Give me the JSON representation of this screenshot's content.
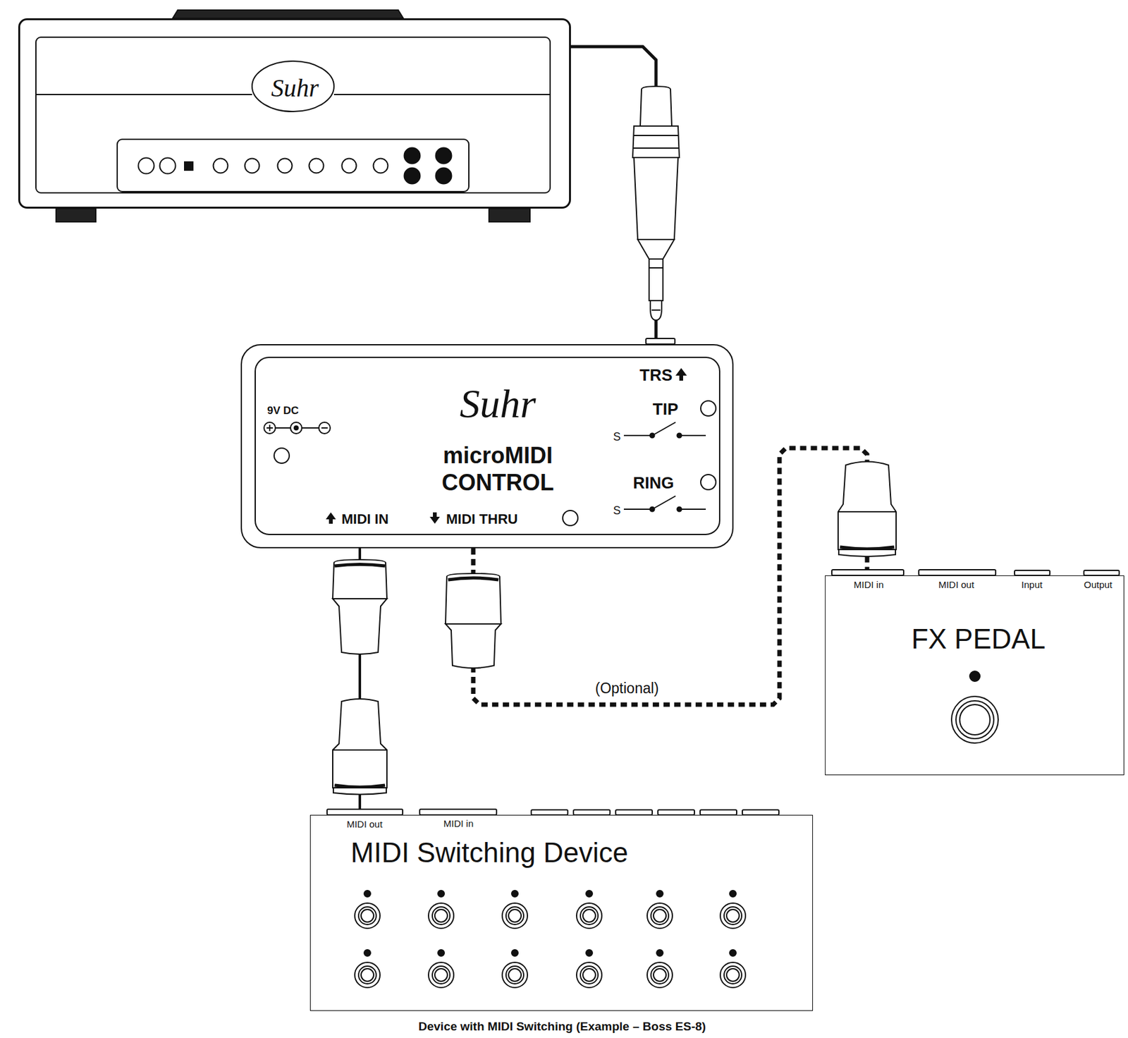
{
  "diagram": {
    "caption": "Device with MIDI Switching (Example – Boss ES-8)",
    "nodes": [
      {
        "text": [
          "Suhr"
        ]
      },
      {
        "text": [
          "TRS",
          "Suhr",
          "9V DC",
          "TIP",
          "S",
          "microMIDI CONTROL",
          "RING",
          "S",
          "MIDI IN",
          "MIDI THRU"
        ]
      },
      {
        "text": [
          "MIDI in",
          "MIDI out",
          "Input",
          "Output",
          "FX PEDAL"
        ]
      },
      {
        "text": [
          "MIDI out",
          "MIDI in",
          "MIDI Switching Device"
        ]
      }
    ],
    "edges": [
      {
        "from": 0,
        "to": 1,
        "arrow": "none"
      },
      {
        "from": 3,
        "to": 1,
        "arrow": "none"
      },
      {
        "from": 1,
        "to": 2,
        "label": "(Optional)",
        "arrow": "none"
      }
    ]
  }
}
